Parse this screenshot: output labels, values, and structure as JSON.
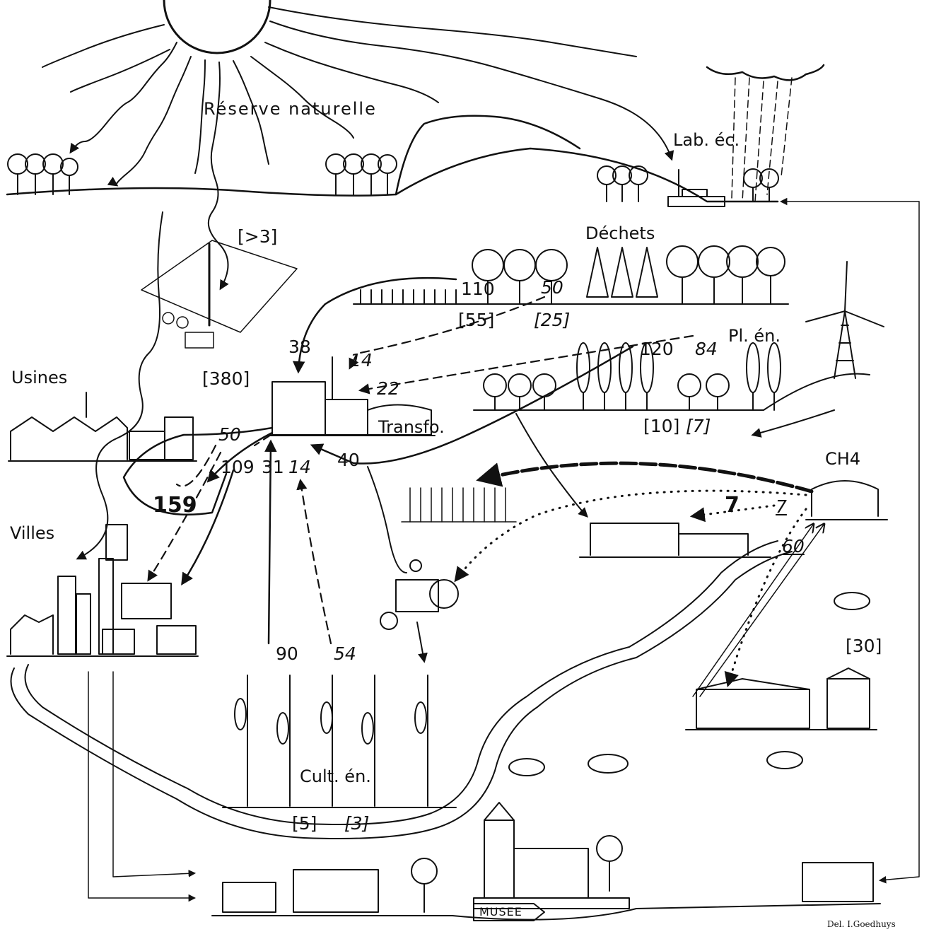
{
  "places": {
    "reserve": "Réserve naturelle",
    "lab": "Lab. éc.",
    "dechets": "Déchets",
    "usines": "Usines",
    "pl_en": "Pl. én.",
    "transfo": "Transfo.",
    "ch4": "CH4",
    "villes": "Villes",
    "cult_en": "Cult. én.",
    "musee": "MUSEE"
  },
  "values": {
    "solar_bracket": "[>3]",
    "dechets_main": "110",
    "dechets_italic": "50",
    "dechets_bracket": "[55]",
    "dechets_bracket_italic": "[25]",
    "to_transfo_38": "38",
    "to_transfo_14_top": "14",
    "to_transfo_22": "22",
    "pl_en_main": "120",
    "pl_en_italic": "84",
    "pl_en_bracket": "[10]",
    "pl_en_bracket_italic": "[7]",
    "usines_bracket": "[380]",
    "usines_italic": "50",
    "out_109": "109",
    "out_31": "31",
    "out_14": "14",
    "out_40": "40",
    "loop_159": "159",
    "ch4_7a": "7",
    "ch4_7b": "7",
    "ch4_60": "60",
    "cult_main": "90",
    "cult_italic": "54",
    "cult_bracket": "[5]",
    "cult_bracket_italic": "[3]",
    "farm_bracket": "[30]"
  },
  "credit": "Del. I.Goedhuys",
  "colors": {
    "ink": "#111111",
    "paper": "#ffffff"
  }
}
